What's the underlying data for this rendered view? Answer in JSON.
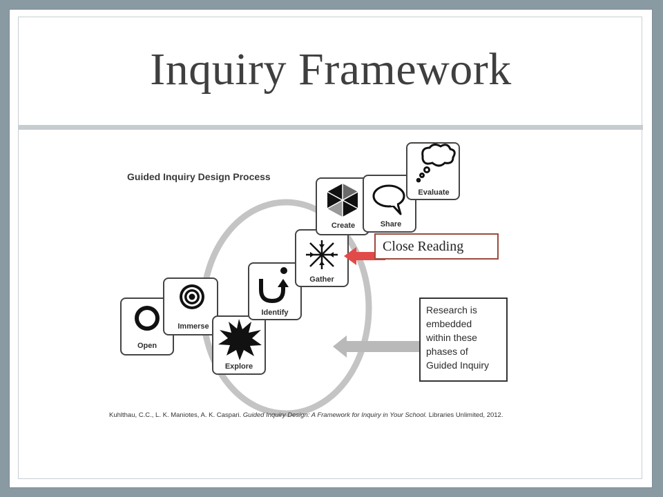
{
  "slide": {
    "title": "Inquiry Framework"
  },
  "diagram": {
    "heading": "Guided Inquiry Design Process",
    "phases": [
      {
        "label": "Open",
        "icon": "ring-icon"
      },
      {
        "label": "Immerse",
        "icon": "concentric-circles-icon"
      },
      {
        "label": "Explore",
        "icon": "starburst-icon"
      },
      {
        "label": "Identify",
        "icon": "u-turn-arrow-icon"
      },
      {
        "label": "Gather",
        "icon": "converging-arrows-icon"
      },
      {
        "label": "Create",
        "icon": "hexagon-cube-icon"
      },
      {
        "label": "Share",
        "icon": "speech-bubble-icon"
      },
      {
        "label": "Evaluate",
        "icon": "thought-bubble-icon"
      }
    ],
    "callout": "Close Reading",
    "callout_arrow_color": "#e24a4a",
    "research_note_lines": [
      "Research is",
      "embedded",
      "within these",
      "phases of",
      "Guided Inquiry"
    ]
  },
  "citation": {
    "authors": "Kuhlthau, C.C., L. K. Maniotes, A. K. Caspari.",
    "book_title": "Guided Inquiry Design: A Framework for Inquiry in Your School.",
    "publisher": "Libraries Unlimited, 2012."
  }
}
